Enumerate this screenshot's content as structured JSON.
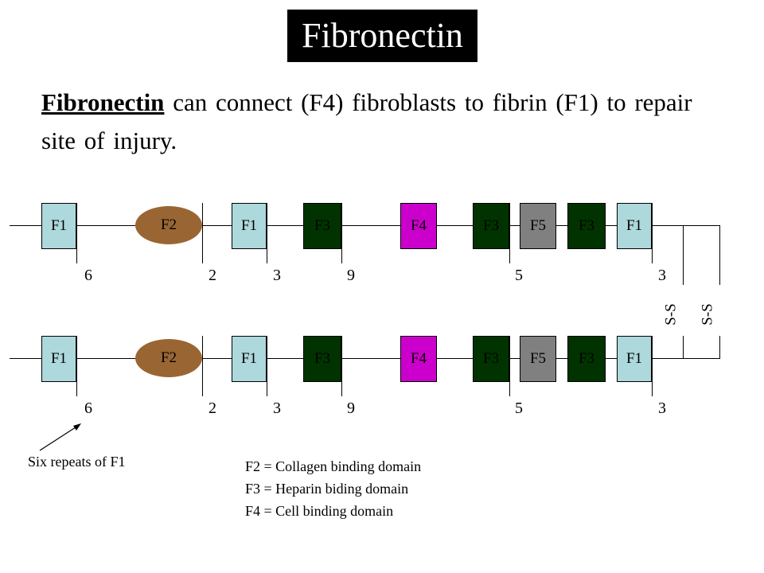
{
  "title": "Fibronectin",
  "intro": {
    "emphasis": "Fibronectin",
    "text": " can connect (F4) fibroblasts to fibrin (F1) to repair site of injury."
  },
  "colors": {
    "F1": "#add8dc",
    "F2": "#996633",
    "F3": "#003300",
    "F4": "#cc00cc",
    "F5": "#808080"
  },
  "domains": [
    {
      "label": "F1",
      "type": "F1",
      "count": "6"
    },
    {
      "label": "F2",
      "type": "F2",
      "count": "2"
    },
    {
      "label": "F1",
      "type": "F1",
      "count": "3"
    },
    {
      "label": "F3",
      "type": "F3",
      "count": "9"
    },
    {
      "label": "F4",
      "type": "F4",
      "count": ""
    },
    {
      "label": "F3",
      "type": "F3",
      "count": "5"
    },
    {
      "label": "F5",
      "type": "F5",
      "count": ""
    },
    {
      "label": "F3",
      "type": "F3",
      "count": ""
    },
    {
      "label": "F1",
      "type": "F1",
      "count": "3"
    }
  ],
  "disulfide": [
    "S-S",
    "S-S"
  ],
  "caption": "Six repeats of F1",
  "legend": [
    "F2 = Collagen binding domain",
    "F3 = Heparin biding domain",
    "F4 = Cell binding domain"
  ]
}
